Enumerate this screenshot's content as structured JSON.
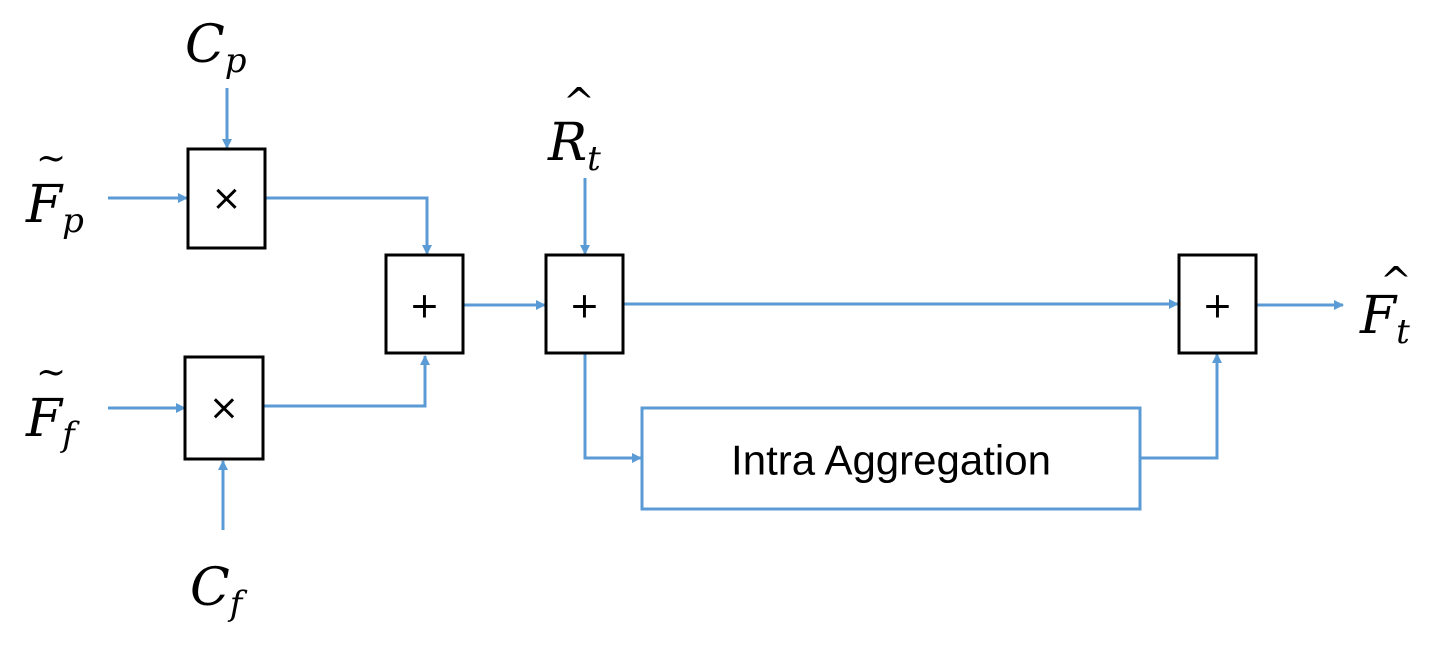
{
  "colors": {
    "arrow": "#5b9bd5",
    "box_stroke": "#000000",
    "text": "#000000"
  },
  "inputs": {
    "fp": {
      "base": "F",
      "accent": "~",
      "sub": "p"
    },
    "ff": {
      "base": "F",
      "accent": "~",
      "sub": "f"
    },
    "cp": {
      "base": "C",
      "sub": "p"
    },
    "cf": {
      "base": "C",
      "sub": "f"
    },
    "rt": {
      "base": "R",
      "accent": "^",
      "sub": "t"
    }
  },
  "output": {
    "ft": {
      "base": "F",
      "accent": "^",
      "sub": "t"
    }
  },
  "operators": {
    "mult_top": "×",
    "mult_bottom": "×",
    "add_1": "+",
    "add_2": "+",
    "add_3": "+"
  },
  "blocks": {
    "intra_aggregation": "Intra Aggregation"
  }
}
